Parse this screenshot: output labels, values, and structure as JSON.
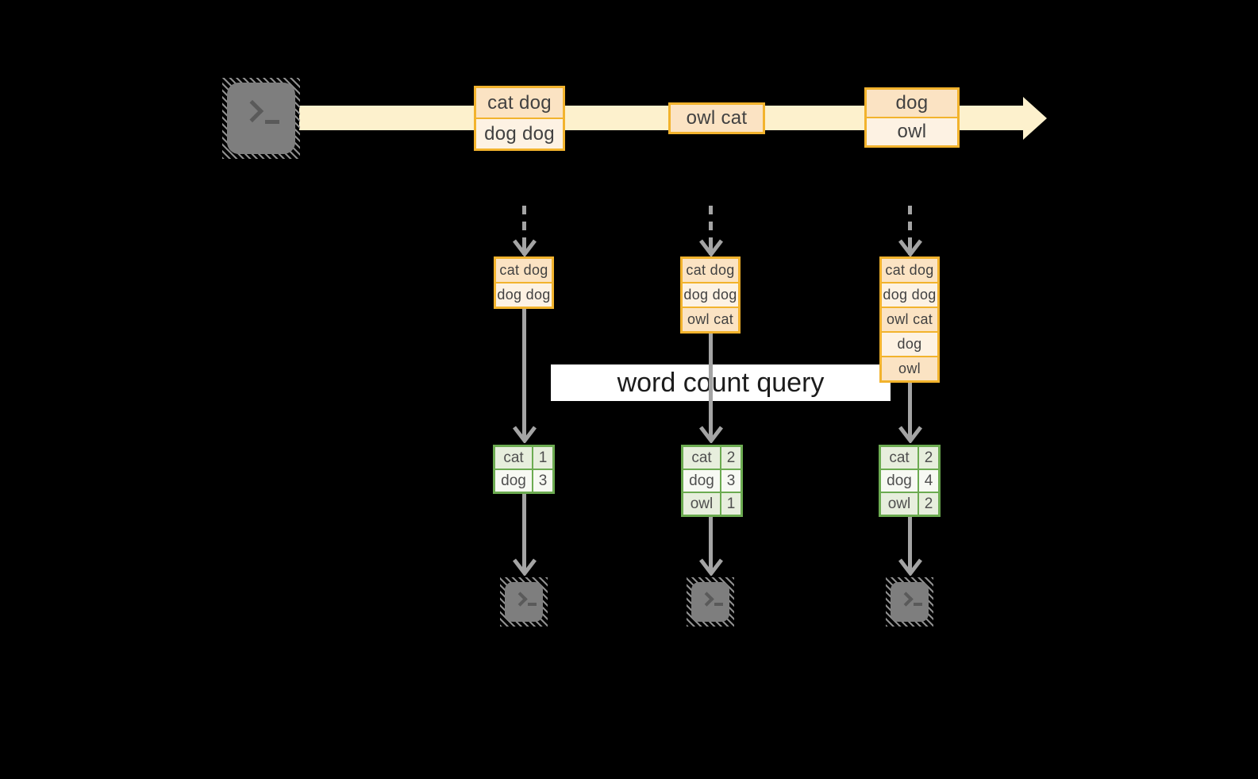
{
  "query_label": "word count query",
  "stream": {
    "source_icon": "terminal-icon",
    "events": [
      {
        "lines": [
          "cat dog",
          "dog dog"
        ]
      },
      {
        "lines": [
          "owl cat"
        ]
      },
      {
        "lines": [
          "dog",
          "owl"
        ]
      }
    ]
  },
  "columns": [
    {
      "state_rows": [
        "cat dog",
        "dog dog"
      ],
      "counts": [
        {
          "word": "cat",
          "count": "1"
        },
        {
          "word": "dog",
          "count": "3"
        }
      ]
    },
    {
      "state_rows": [
        "cat dog",
        "dog dog",
        "owl cat"
      ],
      "counts": [
        {
          "word": "cat",
          "count": "2"
        },
        {
          "word": "dog",
          "count": "3"
        },
        {
          "word": "owl",
          "count": "1"
        }
      ]
    },
    {
      "state_rows": [
        "cat dog",
        "dog dog",
        "owl cat",
        "dog",
        "owl"
      ],
      "counts": [
        {
          "word": "cat",
          "count": "2"
        },
        {
          "word": "dog",
          "count": "4"
        },
        {
          "word": "owl",
          "count": "2"
        }
      ]
    }
  ],
  "colors": {
    "background": "#000000",
    "stream_band": "#fdf1cd",
    "orange_border": "#f2b32d",
    "peach_fill": "#fbe3c3",
    "cream_fill": "#fdf2e3",
    "green_border": "#6cab51",
    "sage_fill": "#e7eedd",
    "green_light_fill": "#f7f9f3",
    "arrow_gray": "#a4a4a4",
    "terminal_gray": "#7e7e7e",
    "banner_bg": "#ffffff"
  }
}
